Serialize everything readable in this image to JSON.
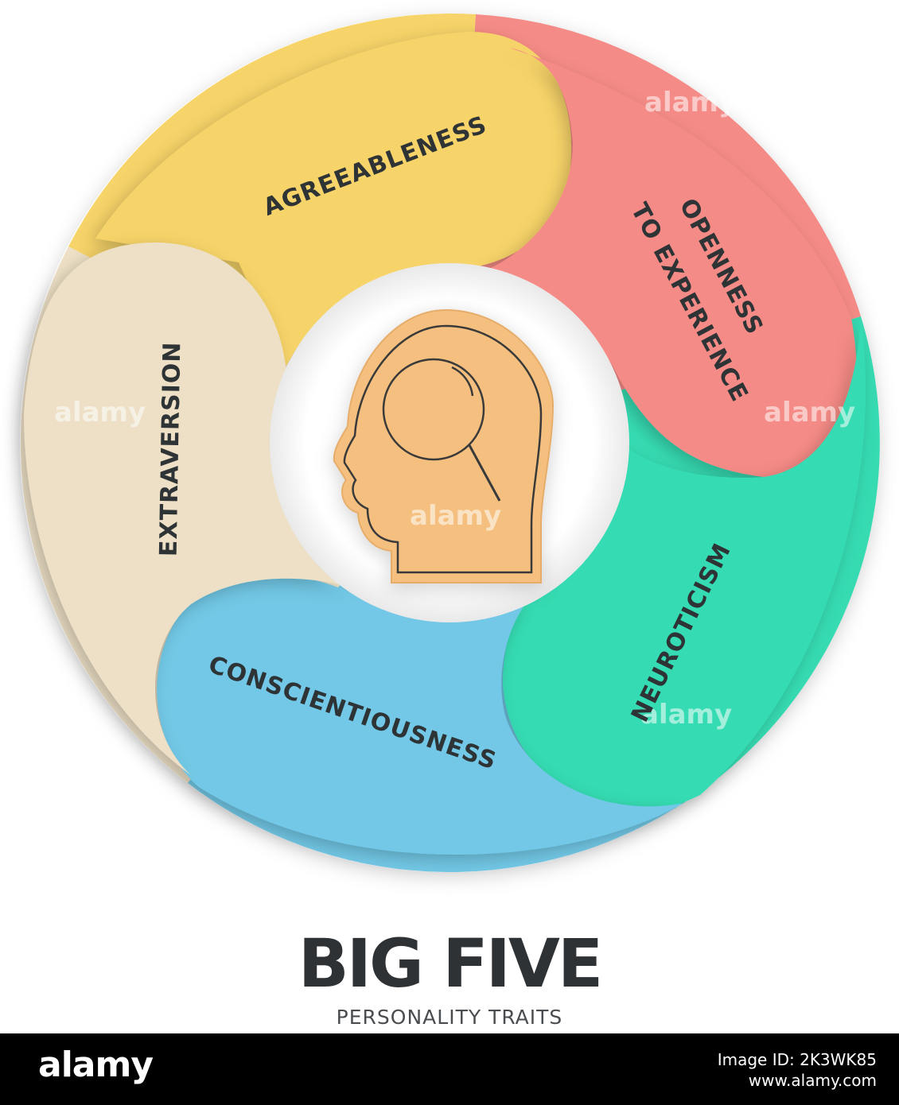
{
  "segments": [
    {
      "id": "agreeableness",
      "label": "AGREEABLENESS",
      "color": "#f7d469"
    },
    {
      "id": "openness",
      "label_lines": [
        "OPENNESS",
        "TO EXPERIENCE"
      ],
      "color": "#f58b86"
    },
    {
      "id": "neuroticism",
      "label": "NEUROTICISM",
      "color": "#36dbb2"
    },
    {
      "id": "conscientiousness",
      "label": "CONSCIENTIOUSNESS",
      "color": "#72c8e6"
    },
    {
      "id": "extraversion",
      "label": "EXTRAVERSION",
      "color": "#ede0c6"
    }
  ],
  "center": {
    "icon": "head-magnifier-icon",
    "color": "#f5c07f"
  },
  "title": "BIG FIVE",
  "subtitle": "PERSONALITY TRAITS",
  "watermark": "alamy",
  "footer": {
    "logo": "alamy",
    "image_id": "Image ID: 2K3WK85",
    "url": "www.alamy.com"
  }
}
